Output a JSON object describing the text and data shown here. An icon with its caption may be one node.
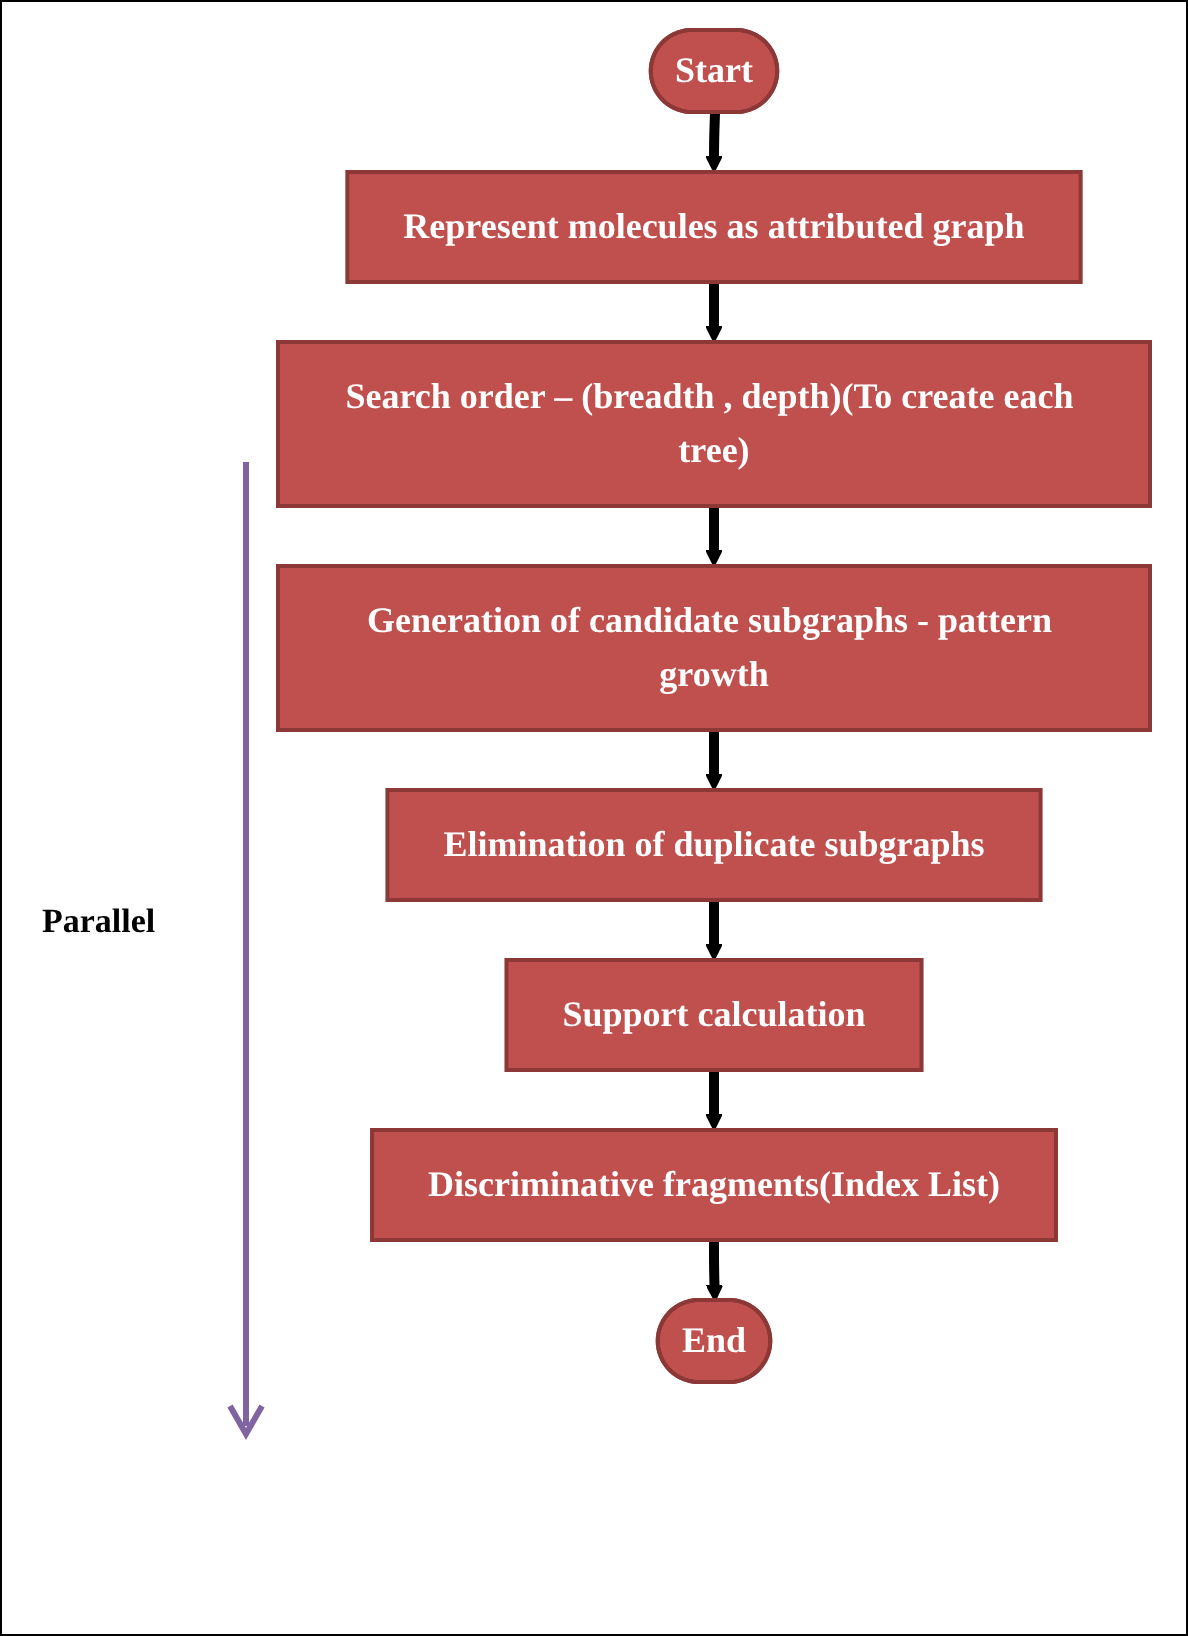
{
  "diagram": {
    "nodes": [
      {
        "text": [
          "Start"
        ]
      },
      {
        "text": [
          "Represent molecules as attributed graph"
        ]
      },
      {
        "text": [
          "Search order – (breadth , depth)(To create each tree)"
        ]
      },
      {
        "text": [
          "Generation of candidate subgraphs - pattern growth"
        ]
      },
      {
        "text": [
          "Elimination of duplicate subgraphs"
        ]
      },
      {
        "text": [
          "Support calculation"
        ]
      },
      {
        "text": [
          "Discriminative fragments(Index List)"
        ]
      },
      {
        "text": [
          "End"
        ]
      }
    ],
    "edges": [
      {
        "from": 0,
        "to": 1,
        "arrow": "to"
      },
      {
        "from": 1,
        "to": 2,
        "arrow": "to"
      },
      {
        "from": 2,
        "to": 3,
        "arrow": "to"
      },
      {
        "from": 3,
        "to": 4,
        "arrow": "to"
      },
      {
        "from": 4,
        "to": 5,
        "arrow": "to"
      },
      {
        "from": 5,
        "to": 6,
        "arrow": "to"
      },
      {
        "from": 6,
        "to": 7,
        "arrow": "to"
      }
    ],
    "labels": [
      "Parallel"
    ]
  }
}
